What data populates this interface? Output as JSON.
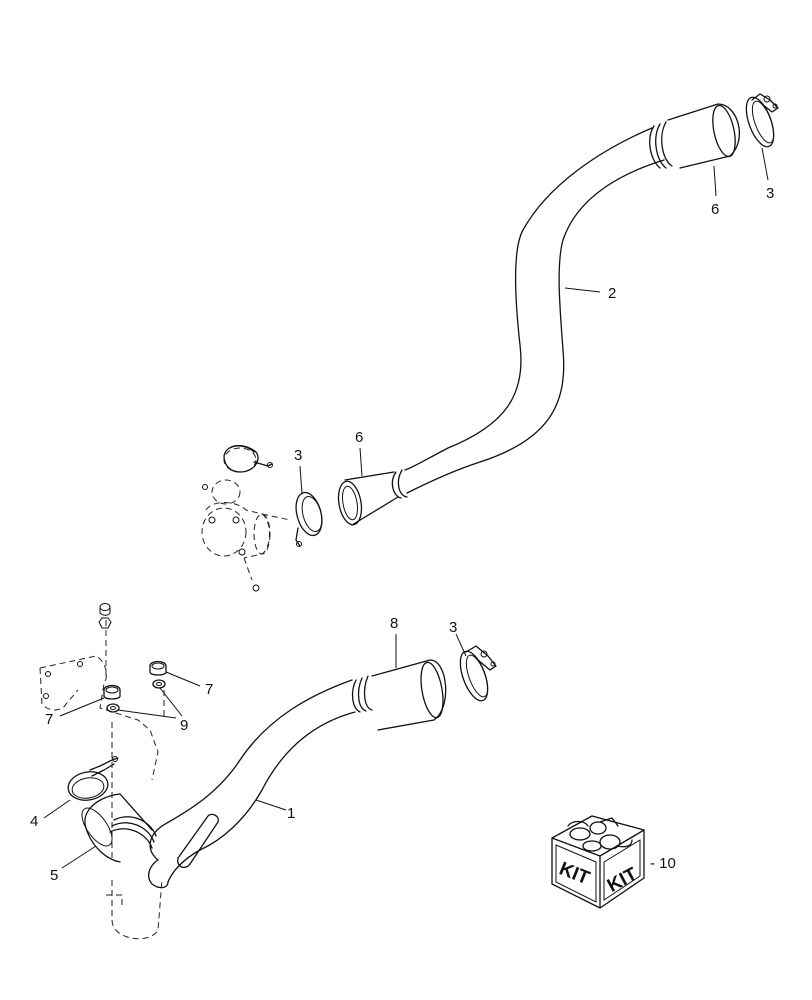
{
  "callouts": {
    "c1": "1",
    "c2": "2",
    "c3_top": "3",
    "c3_mid": "3",
    "c3_low": "3",
    "c4": "4",
    "c5": "5",
    "c6_top": "6",
    "c6_mid": "6",
    "c7_right": "7",
    "c7_left": "7",
    "c8": "8",
    "c9": "9",
    "c10": "- 10"
  },
  "kit": {
    "label_left": "KIT",
    "label_right": "KIT"
  }
}
